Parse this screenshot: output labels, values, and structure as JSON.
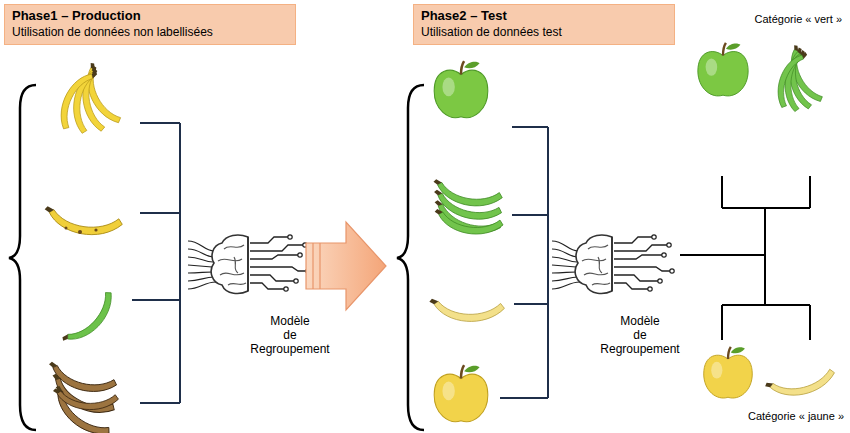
{
  "diagram": {
    "nodes": [
      {
        "text": [
          "Phase1 – Production",
          "Utilisation de données non labellisées"
        ]
      },
      {
        "text": [
          "Phase2 – Test",
          "Utilisation de données test"
        ]
      }
    ],
    "labels": [
      "Modèle de Regroupement",
      "Modèle de Regroupement",
      "Catégorie « vert »",
      "Catégorie « jaune »"
    ]
  }
}
